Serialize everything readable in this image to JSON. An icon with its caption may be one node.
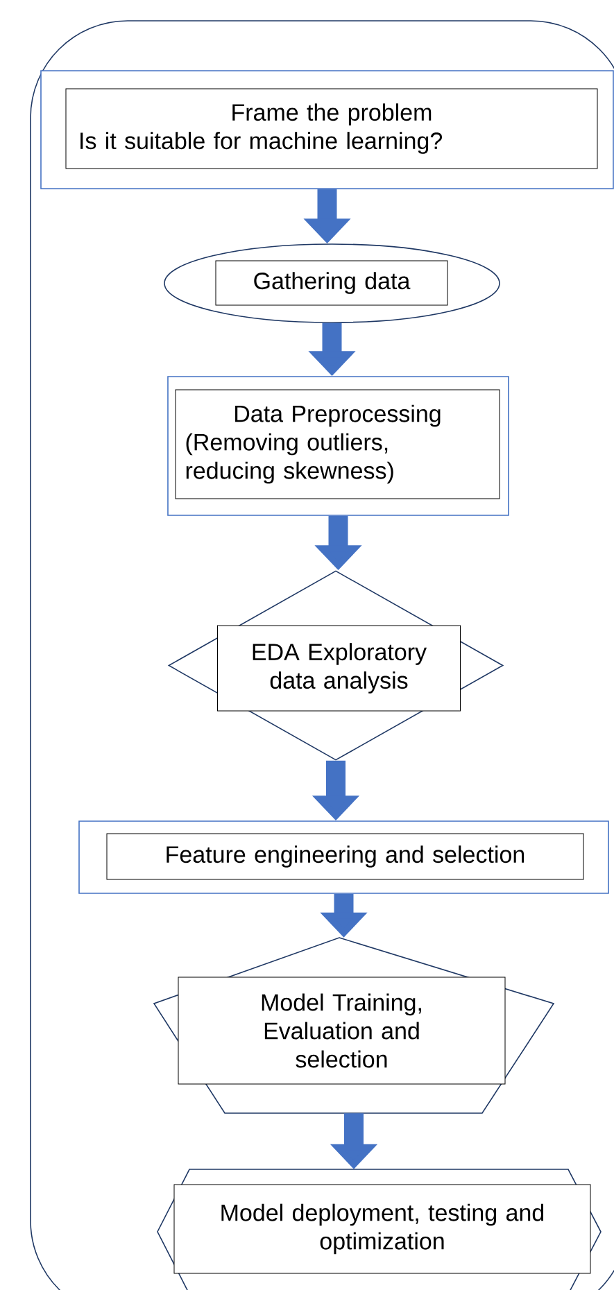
{
  "diagram": {
    "nodes": [
      {
        "text": [],
        "shape": "box"
      },
      {
        "text": [],
        "shape": "box",
        "in": 0
      },
      {
        "text": [
          "Frame the problem",
          "Is it suitable for machine learning?"
        ],
        "in": 1
      },
      {
        "text": [],
        "shape": "ellipse",
        "in": 0
      },
      {
        "text": [
          "Gathering data"
        ],
        "in": 3
      },
      {
        "text": [],
        "shape": "box",
        "in": 0
      },
      {
        "text": [
          "Data Preprocessing",
          "(Removing outliers, reducing skewness)"
        ],
        "in": 5
      },
      {
        "text": [],
        "shape": "diamond",
        "in": 0
      },
      {
        "text": [
          "EDA Exploratory data analysis"
        ],
        "in": 7
      },
      {
        "text": [],
        "shape": "box",
        "in": 0
      },
      {
        "text": [
          "Feature engineering and selection"
        ],
        "in": 9
      },
      {
        "text": [],
        "shape": "pentagon",
        "in": 0
      },
      {
        "text": [
          "Model Training, Evaluation and selection"
        ],
        "in": 11
      },
      {
        "text": [],
        "shape": "hexagon",
        "in": 0
      },
      {
        "text": [
          "Model deployment, testing and optimization"
        ],
        "in": 13
      }
    ],
    "edges": [
      {
        "from": 1,
        "to": 3,
        "arrow": "to"
      },
      {
        "from": 3,
        "to": 5,
        "arrow": "to"
      },
      {
        "from": 5,
        "to": 7,
        "arrow": "to"
      },
      {
        "from": 7,
        "to": 9,
        "arrow": "to"
      },
      {
        "from": 9,
        "to": 11,
        "arrow": "to"
      },
      {
        "from": 11,
        "to": 13,
        "arrow": "to"
      }
    ]
  }
}
